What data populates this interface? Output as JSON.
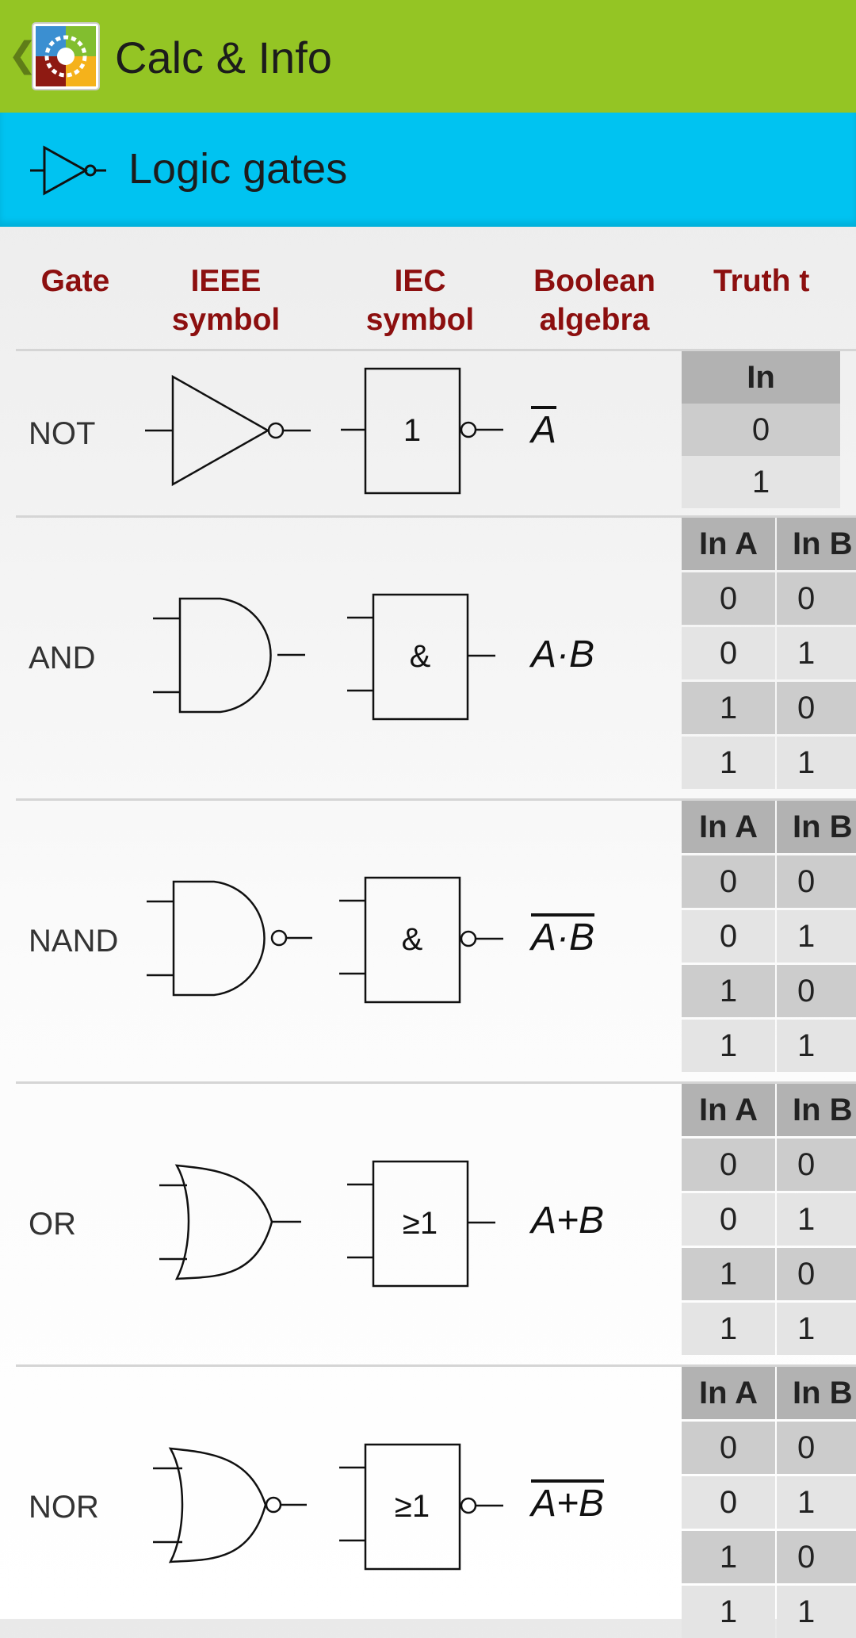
{
  "app": {
    "back_glyph": "❮",
    "title": "Calc & Info",
    "logo_icon": "calc-info-logo-icon"
  },
  "section": {
    "title": "Logic gates",
    "icon": "not-gate-icon"
  },
  "table": {
    "headers": [
      "Gate",
      "IEEE symbol",
      "IEC symbol",
      "Boolean algebra",
      "Truth t"
    ],
    "rows": [
      {
        "gate": "NOT",
        "iec_label": "1",
        "expr": "A",
        "expr_overline": true,
        "tt_headers": [
          "In"
        ],
        "tt_rows": [
          [
            "0"
          ],
          [
            "1"
          ]
        ]
      },
      {
        "gate": "AND",
        "iec_label": "&",
        "expr": "A·B",
        "expr_overline": false,
        "tt_headers": [
          "In A",
          "In B"
        ],
        "tt_rows": [
          [
            "0",
            "0"
          ],
          [
            "0",
            "1"
          ],
          [
            "1",
            "0"
          ],
          [
            "1",
            "1"
          ]
        ]
      },
      {
        "gate": "NAND",
        "iec_label": "&",
        "expr": "A·B",
        "expr_overline": true,
        "tt_headers": [
          "In A",
          "In B"
        ],
        "tt_rows": [
          [
            "0",
            "0"
          ],
          [
            "0",
            "1"
          ],
          [
            "1",
            "0"
          ],
          [
            "1",
            "1"
          ]
        ]
      },
      {
        "gate": "OR",
        "iec_label": "≥1",
        "expr": "A+B",
        "expr_overline": false,
        "tt_headers": [
          "In A",
          "In B"
        ],
        "tt_rows": [
          [
            "0",
            "0"
          ],
          [
            "0",
            "1"
          ],
          [
            "1",
            "0"
          ],
          [
            "1",
            "1"
          ]
        ]
      },
      {
        "gate": "NOR",
        "iec_label": "≥1",
        "expr": "A+B",
        "expr_overline": true,
        "tt_headers": [
          "In A",
          "In B"
        ],
        "tt_rows": [
          [
            "0",
            "0"
          ],
          [
            "0",
            "1"
          ],
          [
            "1",
            "0"
          ],
          [
            "1",
            "1"
          ]
        ]
      }
    ]
  },
  "colors": {
    "appbar": "#94c524",
    "section": "#00c3f1",
    "header_text": "#8c0f0f"
  }
}
